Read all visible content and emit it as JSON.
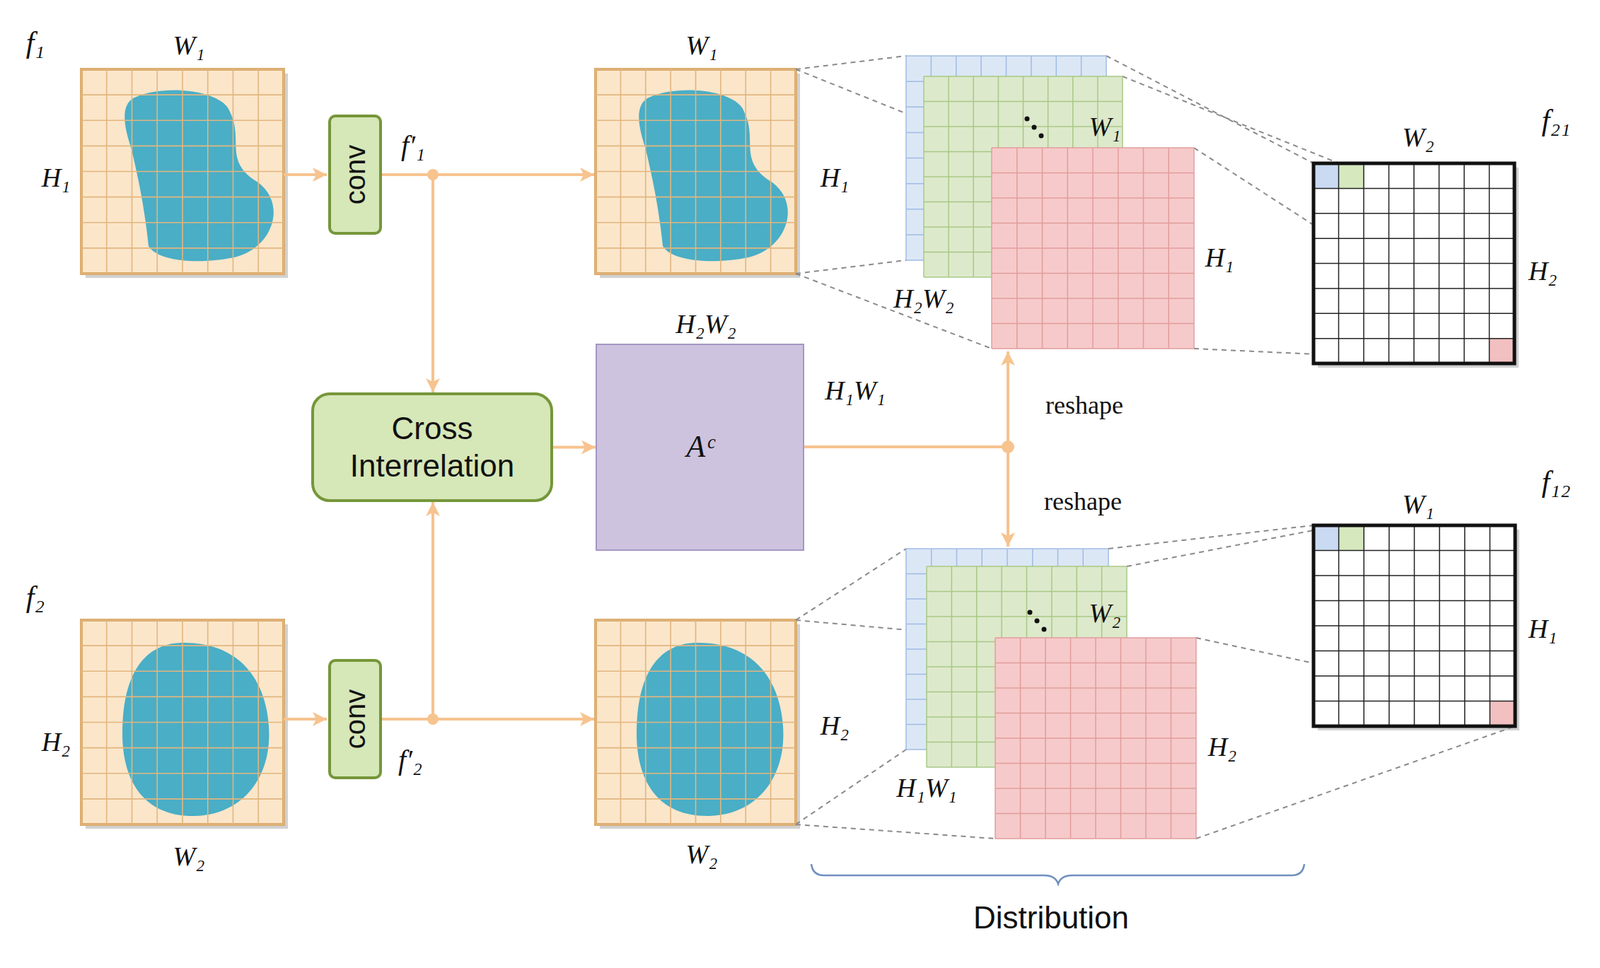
{
  "diagram": {
    "nodes": [
      {
        "text": [
          "conv"
        ]
      },
      {
        "text": [
          "Cross Interrelation"
        ]
      },
      {
        "text": [
          "conv"
        ]
      },
      {
        "text": [
          "Aᶜ"
        ]
      }
    ],
    "edges": [
      {
        "from": 0,
        "to": 1,
        "arrow": "to"
      },
      {
        "from": 2,
        "to": 1,
        "arrow": "to"
      },
      {
        "from": 1,
        "to": 3,
        "arrow": "to"
      }
    ],
    "labels": [
      "f₁",
      "W₁",
      "H₁",
      "f′₁",
      "W₁",
      "H₁",
      "W₁",
      "H₁",
      "H₂W₂",
      "f₂₁",
      "W₂",
      "H₂",
      "H₂W₂",
      "H₁W₁",
      "reshape",
      "reshape",
      "f₁₂",
      "W₁",
      "H₁",
      "f₂",
      "H₂",
      "f′₂",
      "H₂",
      "W₂",
      "H₂",
      "H₁W₁",
      "W₂",
      "W₂",
      "Distribution"
    ]
  }
}
